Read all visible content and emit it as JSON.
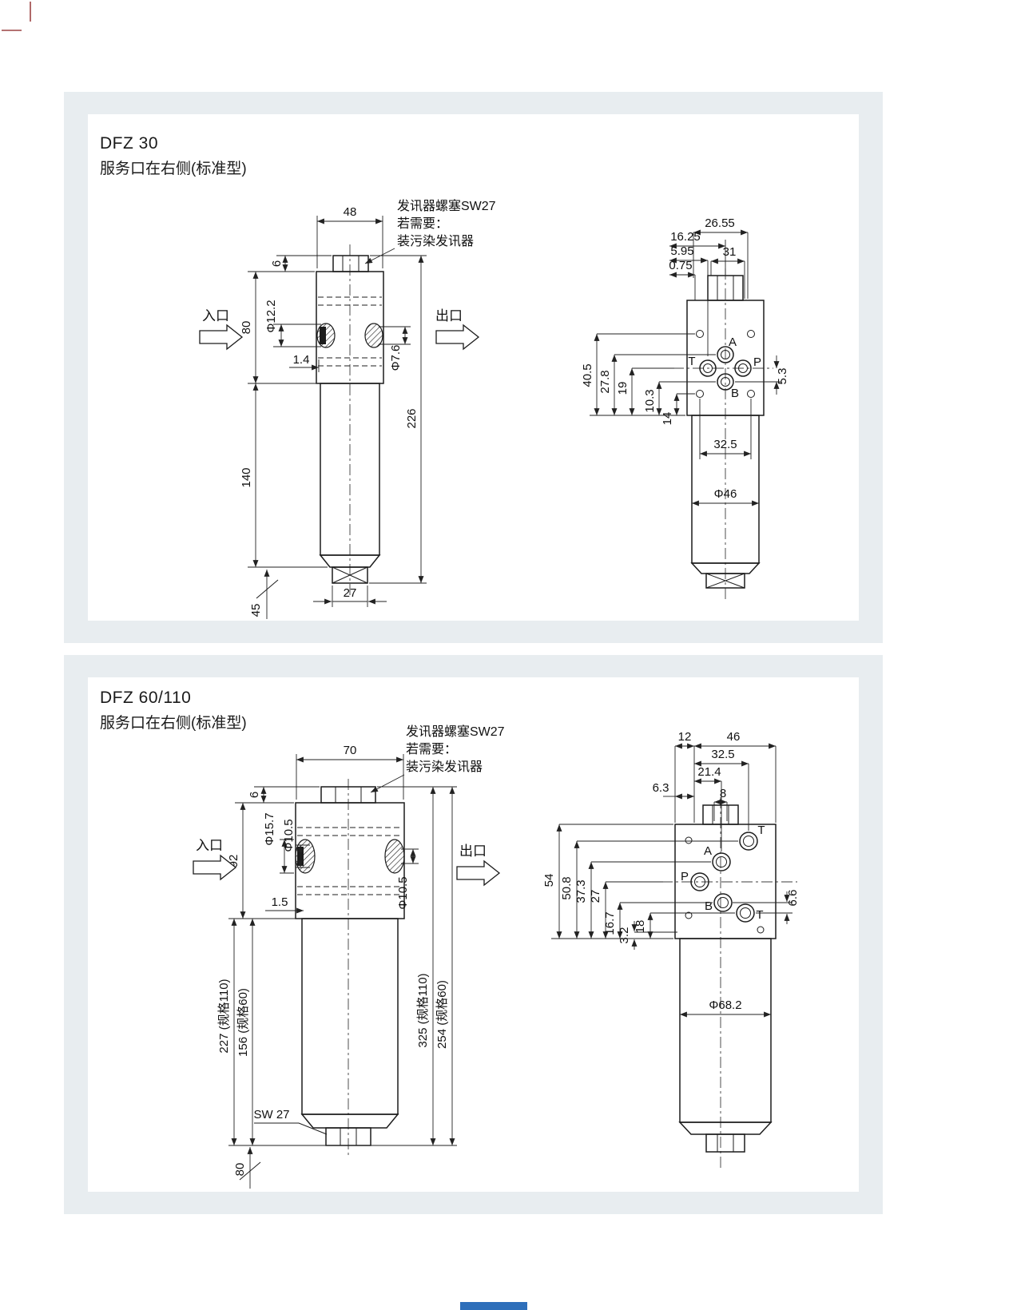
{
  "colors": {
    "panel_bg": "#e8edf0",
    "line": "#1c1c1c",
    "footer_bar": "#2e6fba"
  },
  "dfz30": {
    "title": "DFZ 30",
    "subtitle": "服务口在右侧(标准型)",
    "note": {
      "line1": "发讯器螺塞SW27",
      "line2": "若需要：",
      "line3": "装污染发讯器"
    },
    "inlet": "入口",
    "outlet": "出口",
    "front_dims": {
      "w48": "48",
      "h6": "6",
      "d122": "Φ12.2",
      "h80": "80",
      "t14": "1.4",
      "d76": "Φ7.6",
      "h226": "226",
      "h140": "140",
      "w27": "27",
      "h45": "45"
    },
    "side_dims": {
      "d2655": "26.55",
      "d1625": "16.25",
      "d595": "5.95",
      "d075": "0.75",
      "d31": "31",
      "d405": "40.5",
      "d278": "27.8",
      "d19": "19",
      "d103": "10.3",
      "d14": "14",
      "d53": "5.3",
      "d325": "32.5",
      "dia46": "Φ46"
    },
    "ports": {
      "a": "A",
      "t": "T",
      "p": "P",
      "b": "B"
    }
  },
  "dfz60": {
    "title": "DFZ 60/110",
    "subtitle": "服务口在右侧(标准型)",
    "note": {
      "line1": "发讯器螺塞SW27",
      "line2": "若需要：",
      "line3": "装污染发讯器"
    },
    "inlet": "入口",
    "outlet": "出口",
    "front_dims": {
      "w70": "70",
      "h6": "6",
      "d157": "Φ15.7",
      "d105l": "Φ10.5",
      "h92": "92",
      "t15": "1.5",
      "d105r": "Φ10.5",
      "h227": "227 (规格110)",
      "h156": "156 (规格60)",
      "h325": "325 (规格110)",
      "h254": "254 (规格60)",
      "sw27": "SW 27",
      "h80": "80"
    },
    "side_dims": {
      "d12": "12",
      "d46": "46",
      "d325": "32.5",
      "d214": "21.4",
      "d63": "6.3",
      "d8": "8",
      "d54": "54",
      "d508": "50.8",
      "d373": "37.3",
      "d27": "27",
      "d167": "16.7",
      "d32": "3.2",
      "d18": "18",
      "d66": "6.6",
      "dia682": "Φ68.2"
    },
    "ports": {
      "t1": "T",
      "a": "A",
      "p": "P",
      "b": "B",
      "t2": "T"
    }
  }
}
